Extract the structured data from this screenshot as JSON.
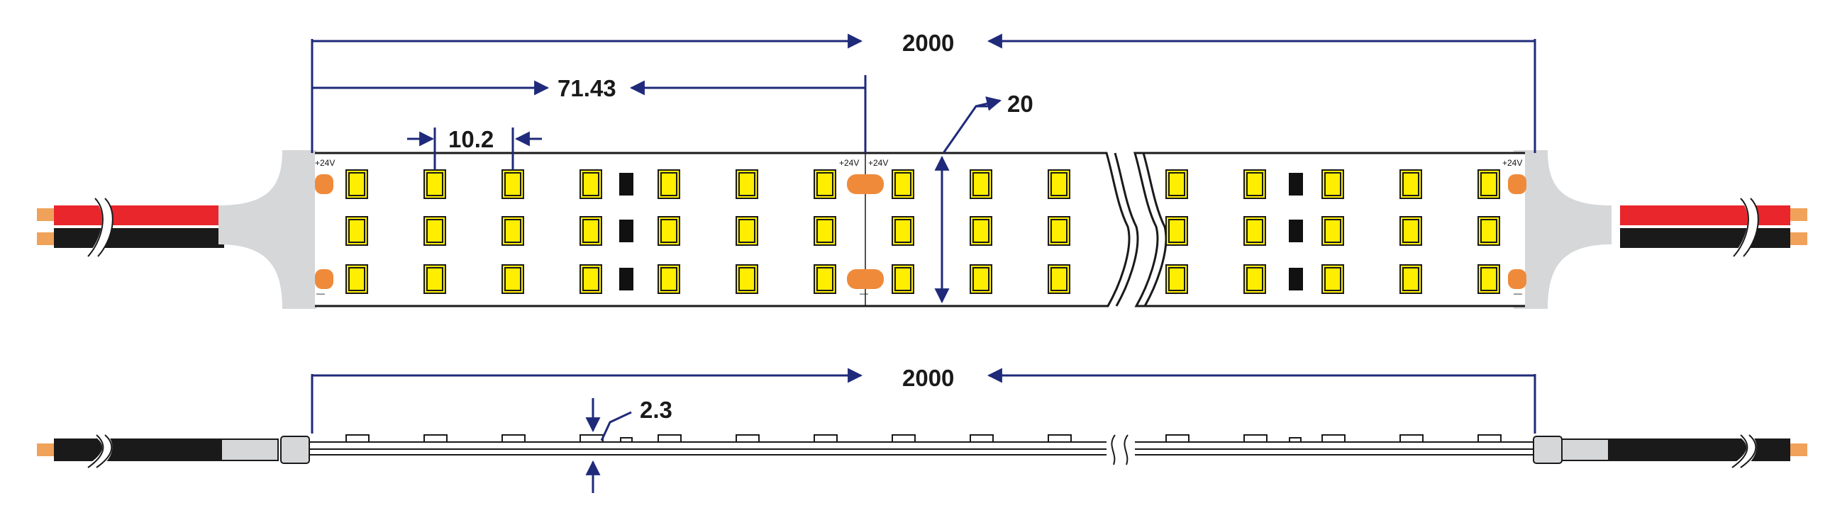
{
  "dimensions": {
    "total_length_top": "2000",
    "segment_pitch": "71.43",
    "led_pitch": "10.2",
    "strip_width": "20",
    "total_length_side": "2000",
    "thickness": "2.3"
  },
  "labels": {
    "voltage": "+24V",
    "minus": "—"
  },
  "colors": {
    "dimension_line": "#1f2a7a",
    "led_yellow": "#ffee00",
    "resistor": "#111111",
    "solder_pad": "#ef8a3a",
    "wire_red": "#e8262c",
    "wire_black": "#1a1a1a",
    "end_cap": "#d6d7d9",
    "copper": "#f0a25a"
  }
}
